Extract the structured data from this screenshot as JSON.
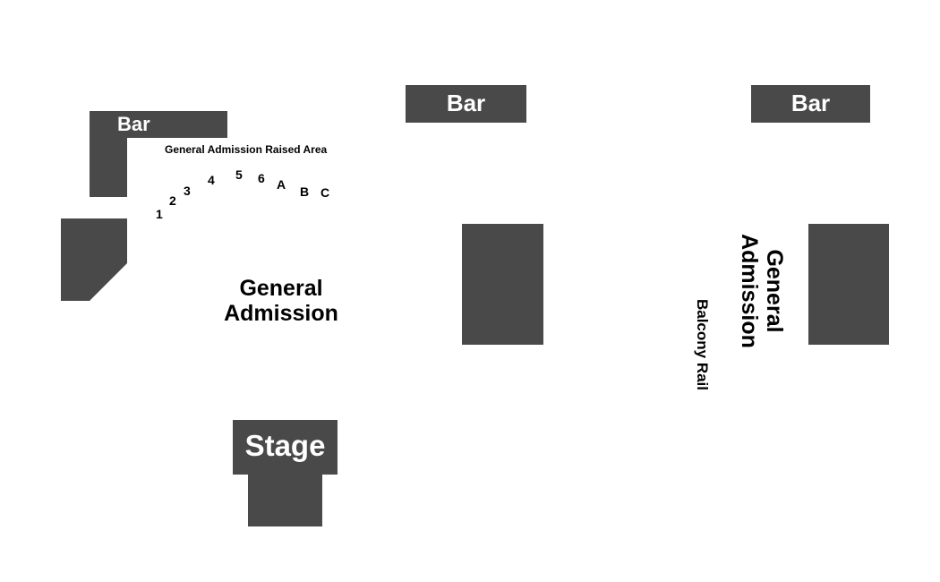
{
  "colors": {
    "block": "#494949",
    "background": "#ffffff",
    "label_on_block": "#ffffff",
    "label": "#000000"
  },
  "bars": {
    "left": "Bar",
    "center": "Bar",
    "right": "Bar"
  },
  "raised_area": {
    "title": "General Admission Raised Area",
    "seats": [
      "1",
      "2",
      "3",
      "4",
      "5",
      "6",
      "A",
      "B",
      "C"
    ]
  },
  "general_admission": {
    "line1": "General",
    "line2": "Admission"
  },
  "balcony": {
    "ga_line1": "General",
    "ga_line2": "Admission",
    "rail": "Balcony Rail"
  },
  "stage": {
    "label": "Stage"
  }
}
